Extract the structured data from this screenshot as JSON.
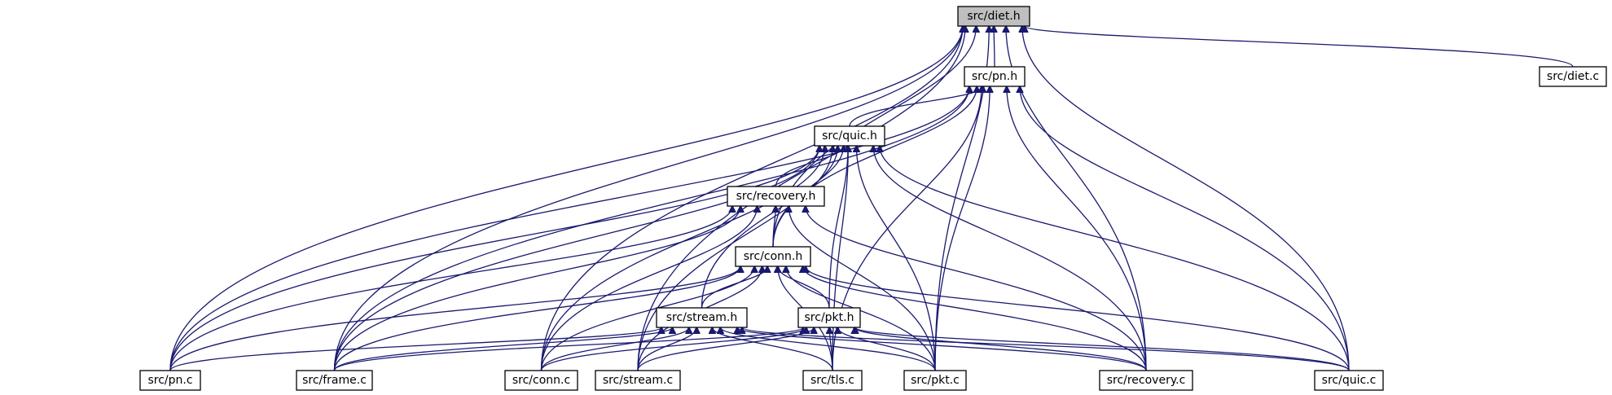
{
  "colors": {
    "edge": "#191970",
    "node_border": "#000000",
    "current_fill": "#bfbfbf",
    "node_fill": "#ffffff"
  },
  "nodes": [
    {
      "id": "diet_h",
      "label": "src/diet.h",
      "current": true
    },
    {
      "id": "pn_h",
      "label": "src/pn.h"
    },
    {
      "id": "diet_c",
      "label": "src/diet.c"
    },
    {
      "id": "quic_h",
      "label": "src/quic.h"
    },
    {
      "id": "recovery_h",
      "label": "src/recovery.h"
    },
    {
      "id": "conn_h",
      "label": "src/conn.h"
    },
    {
      "id": "stream_h",
      "label": "src/stream.h"
    },
    {
      "id": "pkt_h",
      "label": "src/pkt.h"
    },
    {
      "id": "pn_c",
      "label": "src/pn.c"
    },
    {
      "id": "frame_c",
      "label": "src/frame.c"
    },
    {
      "id": "conn_c",
      "label": "src/conn.c"
    },
    {
      "id": "stream_c",
      "label": "src/stream.c"
    },
    {
      "id": "tls_c",
      "label": "src/tls.c"
    },
    {
      "id": "pkt_c",
      "label": "src/pkt.c"
    },
    {
      "id": "recovery_c",
      "label": "src/recovery.c"
    },
    {
      "id": "quic_c",
      "label": "src/quic.c"
    }
  ],
  "edges": [
    [
      "pn_h",
      "diet_h"
    ],
    [
      "diet_c",
      "diet_h"
    ],
    [
      "pn_c",
      "diet_h"
    ],
    [
      "frame_c",
      "diet_h"
    ],
    [
      "conn_c",
      "diet_h"
    ],
    [
      "stream_c",
      "diet_h"
    ],
    [
      "conn_h",
      "diet_h"
    ],
    [
      "pkt_c",
      "diet_h"
    ],
    [
      "recovery_c",
      "diet_h"
    ],
    [
      "quic_c",
      "diet_h"
    ],
    [
      "quic_h",
      "pn_h"
    ],
    [
      "pn_c",
      "pn_h"
    ],
    [
      "frame_c",
      "pn_h"
    ],
    [
      "conn_h",
      "pn_h"
    ],
    [
      "tls_c",
      "pn_h"
    ],
    [
      "pkt_c",
      "pn_h"
    ],
    [
      "recovery_c",
      "pn_h"
    ],
    [
      "quic_c",
      "pn_h"
    ],
    [
      "recovery_h",
      "quic_h"
    ],
    [
      "conn_h",
      "quic_h"
    ],
    [
      "stream_h",
      "quic_h"
    ],
    [
      "pkt_h",
      "quic_h"
    ],
    [
      "pn_c",
      "quic_h"
    ],
    [
      "frame_c",
      "quic_h"
    ],
    [
      "conn_c",
      "quic_h"
    ],
    [
      "stream_c",
      "quic_h"
    ],
    [
      "tls_c",
      "quic_h"
    ],
    [
      "pkt_c",
      "quic_h"
    ],
    [
      "recovery_c",
      "quic_h"
    ],
    [
      "quic_c",
      "quic_h"
    ],
    [
      "conn_h",
      "recovery_h"
    ],
    [
      "pn_c",
      "recovery_h"
    ],
    [
      "frame_c",
      "recovery_h"
    ],
    [
      "conn_c",
      "recovery_h"
    ],
    [
      "pkt_c",
      "recovery_h"
    ],
    [
      "recovery_c",
      "recovery_h"
    ],
    [
      "stream_h",
      "conn_h"
    ],
    [
      "pkt_h",
      "conn_h"
    ],
    [
      "pn_c",
      "conn_h"
    ],
    [
      "frame_c",
      "conn_h"
    ],
    [
      "conn_c",
      "conn_h"
    ],
    [
      "stream_c",
      "conn_h"
    ],
    [
      "tls_c",
      "conn_h"
    ],
    [
      "pkt_c",
      "conn_h"
    ],
    [
      "recovery_c",
      "conn_h"
    ],
    [
      "quic_c",
      "conn_h"
    ],
    [
      "pn_c",
      "stream_h"
    ],
    [
      "frame_c",
      "stream_h"
    ],
    [
      "conn_c",
      "stream_h"
    ],
    [
      "stream_c",
      "stream_h"
    ],
    [
      "tls_c",
      "stream_h"
    ],
    [
      "pkt_c",
      "stream_h"
    ],
    [
      "recovery_c",
      "stream_h"
    ],
    [
      "quic_c",
      "stream_h"
    ],
    [
      "frame_c",
      "pkt_h"
    ],
    [
      "conn_c",
      "pkt_h"
    ],
    [
      "stream_c",
      "pkt_h"
    ],
    [
      "tls_c",
      "pkt_h"
    ],
    [
      "pkt_c",
      "pkt_h"
    ],
    [
      "recovery_c",
      "pkt_h"
    ],
    [
      "quic_c",
      "pkt_h"
    ]
  ]
}
